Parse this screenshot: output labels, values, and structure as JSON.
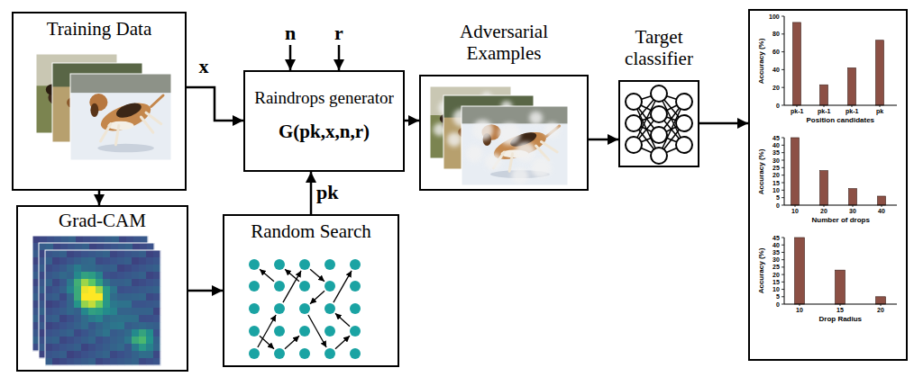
{
  "diagram": {
    "nodes": [
      {
        "text": [
          "Training Data"
        ]
      },
      {
        "text": [
          "Raindrops generator",
          "G(pk,x,n,r)"
        ]
      },
      {
        "text": [
          "Adversarial Examples"
        ]
      },
      {
        "text": [
          "Target classifier"
        ]
      },
      {
        "text": [
          "Grad-CAM"
        ]
      },
      {
        "text": [
          "Random Search"
        ]
      },
      {
        "text": [
          "Position candidates",
          "Number of drops",
          "Drop Radius"
        ]
      }
    ],
    "edges": [
      {
        "from": 0,
        "to": 1,
        "label": "x",
        "arrow": "to"
      },
      {
        "from": 0,
        "to": 4,
        "arrow": "to"
      },
      {
        "from": 4,
        "to": 5,
        "arrow": "to"
      },
      {
        "from": 5,
        "to": 1,
        "label": "pk",
        "arrow": "to"
      },
      {
        "from": 1,
        "to": 2,
        "arrow": "to"
      },
      {
        "from": 2,
        "to": 3,
        "arrow": "to"
      },
      {
        "from": 3,
        "to": 6,
        "arrow": "to"
      }
    ],
    "labels": [
      "n",
      "r",
      "Accuracy (%)",
      "0",
      "20",
      "40",
      "60",
      "80",
      "100",
      "pk-1",
      "pk-1",
      "pk-1",
      "pk",
      "Accuracy (%)",
      "0",
      "5",
      "10",
      "15",
      "20",
      "25",
      "30",
      "35",
      "40",
      "45",
      "10",
      "20",
      "30",
      "40",
      "Accuracy (%)",
      "0",
      "5",
      "10",
      "15",
      "20",
      "25",
      "30",
      "35",
      "40",
      "45",
      "10",
      "15",
      "20"
    ]
  }
}
